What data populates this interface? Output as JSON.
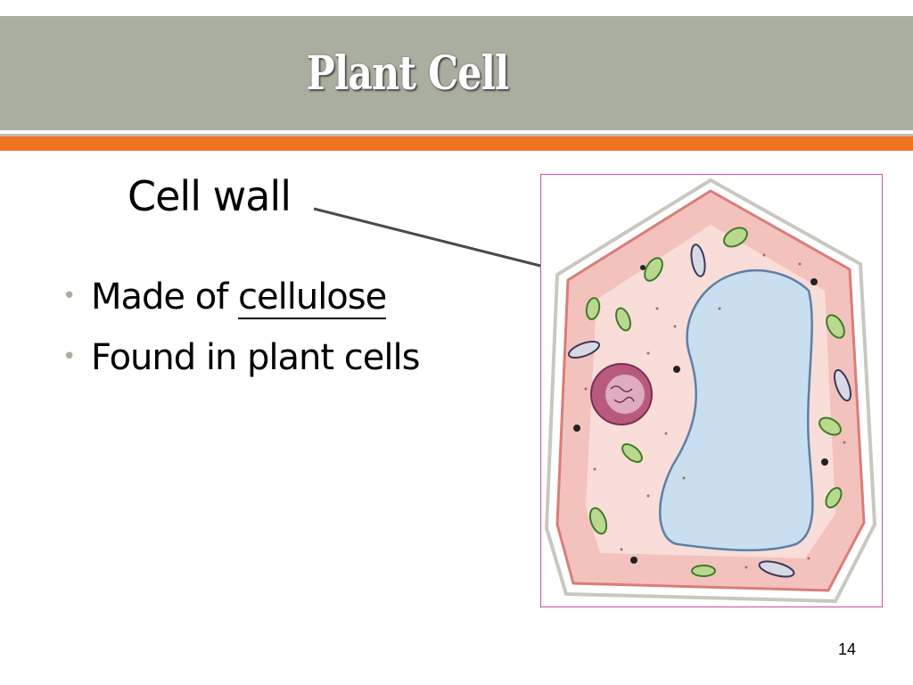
{
  "slide": {
    "title": "Plant Cell",
    "callout_label": "Cell wall",
    "bullets": [
      {
        "prefix": "Made of ",
        "underlined": "cellulose"
      },
      {
        "prefix": "Found in plant cells",
        "underlined": ""
      }
    ],
    "page_number": "14"
  },
  "colors": {
    "title_bar": "#a9ae9f",
    "accent_bar": "#f07322",
    "cell_membrane": "#e79a93",
    "cytoplasm": "#f4c2bd",
    "vacuole": "#c9deef",
    "nucleus": "#b85a7e",
    "chloroplast": "#6ea84a",
    "frame_border": "#cc4fa8"
  },
  "figure": {
    "icon": "plant-cell-diagram"
  }
}
